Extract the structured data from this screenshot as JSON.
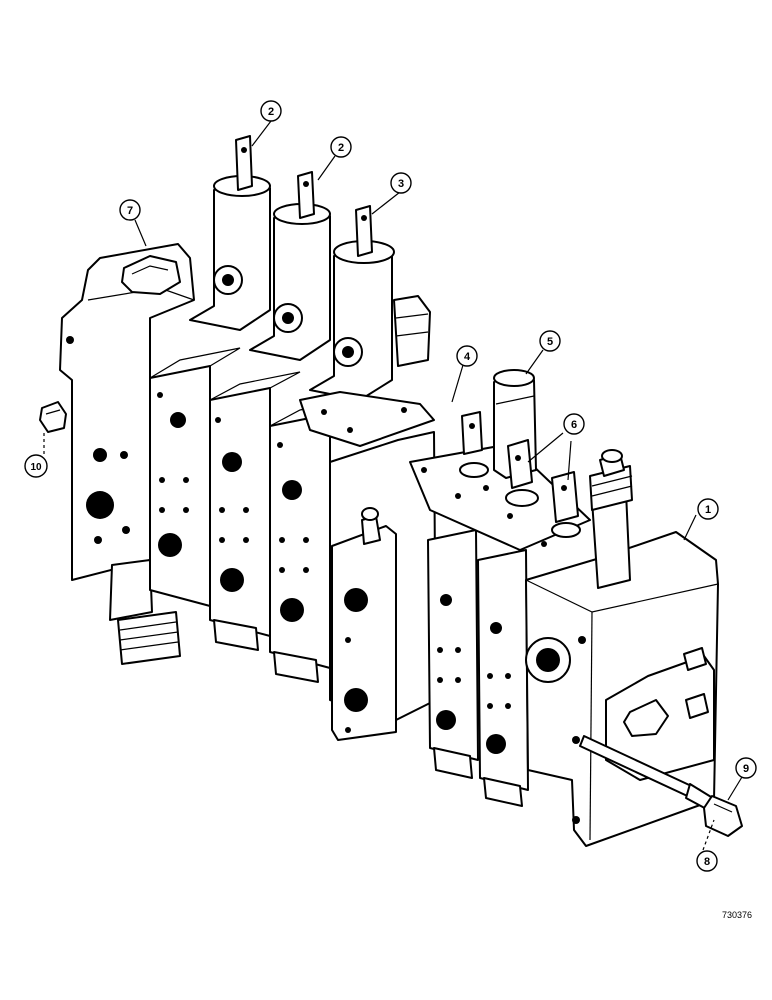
{
  "diagram": {
    "drawing_number": "730376",
    "callouts": [
      {
        "label": "1"
      },
      {
        "label": "2"
      },
      {
        "label": "2"
      },
      {
        "label": "3"
      },
      {
        "label": "4"
      },
      {
        "label": "5"
      },
      {
        "label": "6"
      },
      {
        "label": "7"
      },
      {
        "label": "8"
      },
      {
        "label": "9"
      },
      {
        "label": "10"
      }
    ]
  }
}
